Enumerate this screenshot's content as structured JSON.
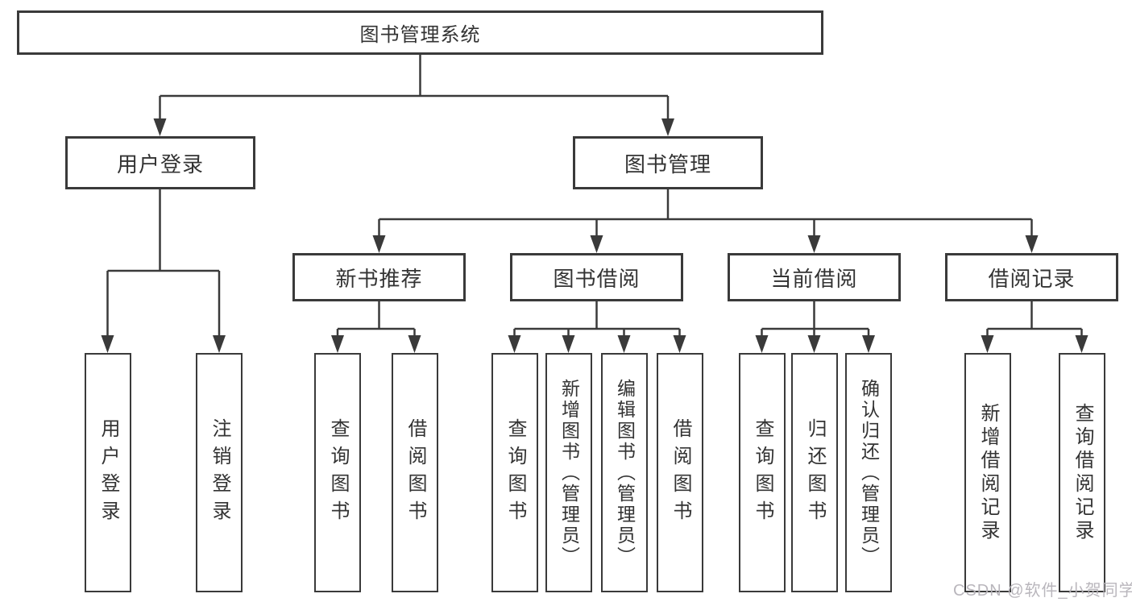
{
  "diagram": {
    "root": {
      "label": "图书管理系统"
    },
    "user_login": {
      "label": "用户登录",
      "children": [
        {
          "label": "用户登录"
        },
        {
          "label": "注销登录"
        }
      ]
    },
    "book_mgmt": {
      "label": "图书管理",
      "children": [
        {
          "label": "新书推荐",
          "children": [
            {
              "label": "查询图书"
            },
            {
              "label": "借阅图书"
            }
          ]
        },
        {
          "label": "图书借阅",
          "children": [
            {
              "label": "查询图书"
            },
            {
              "label": "新增图书（管理员）"
            },
            {
              "label": "编辑图书（管理员）"
            },
            {
              "label": "借阅图书"
            }
          ]
        },
        {
          "label": "当前借阅",
          "children": [
            {
              "label": "查询图书"
            },
            {
              "label": "归还图书"
            },
            {
              "label": "确认归还（管理员）"
            }
          ]
        },
        {
          "label": "借阅记录",
          "children": [
            {
              "label": "新增借阅记录"
            },
            {
              "label": "查询借阅记录"
            }
          ]
        }
      ]
    }
  },
  "watermark": {
    "text": "CSDN @软件_小贺同学"
  },
  "colors": {
    "line": "#3a3a3a",
    "text": "#333333",
    "watermark": "#b6b3b9",
    "background": "#ffffff"
  }
}
